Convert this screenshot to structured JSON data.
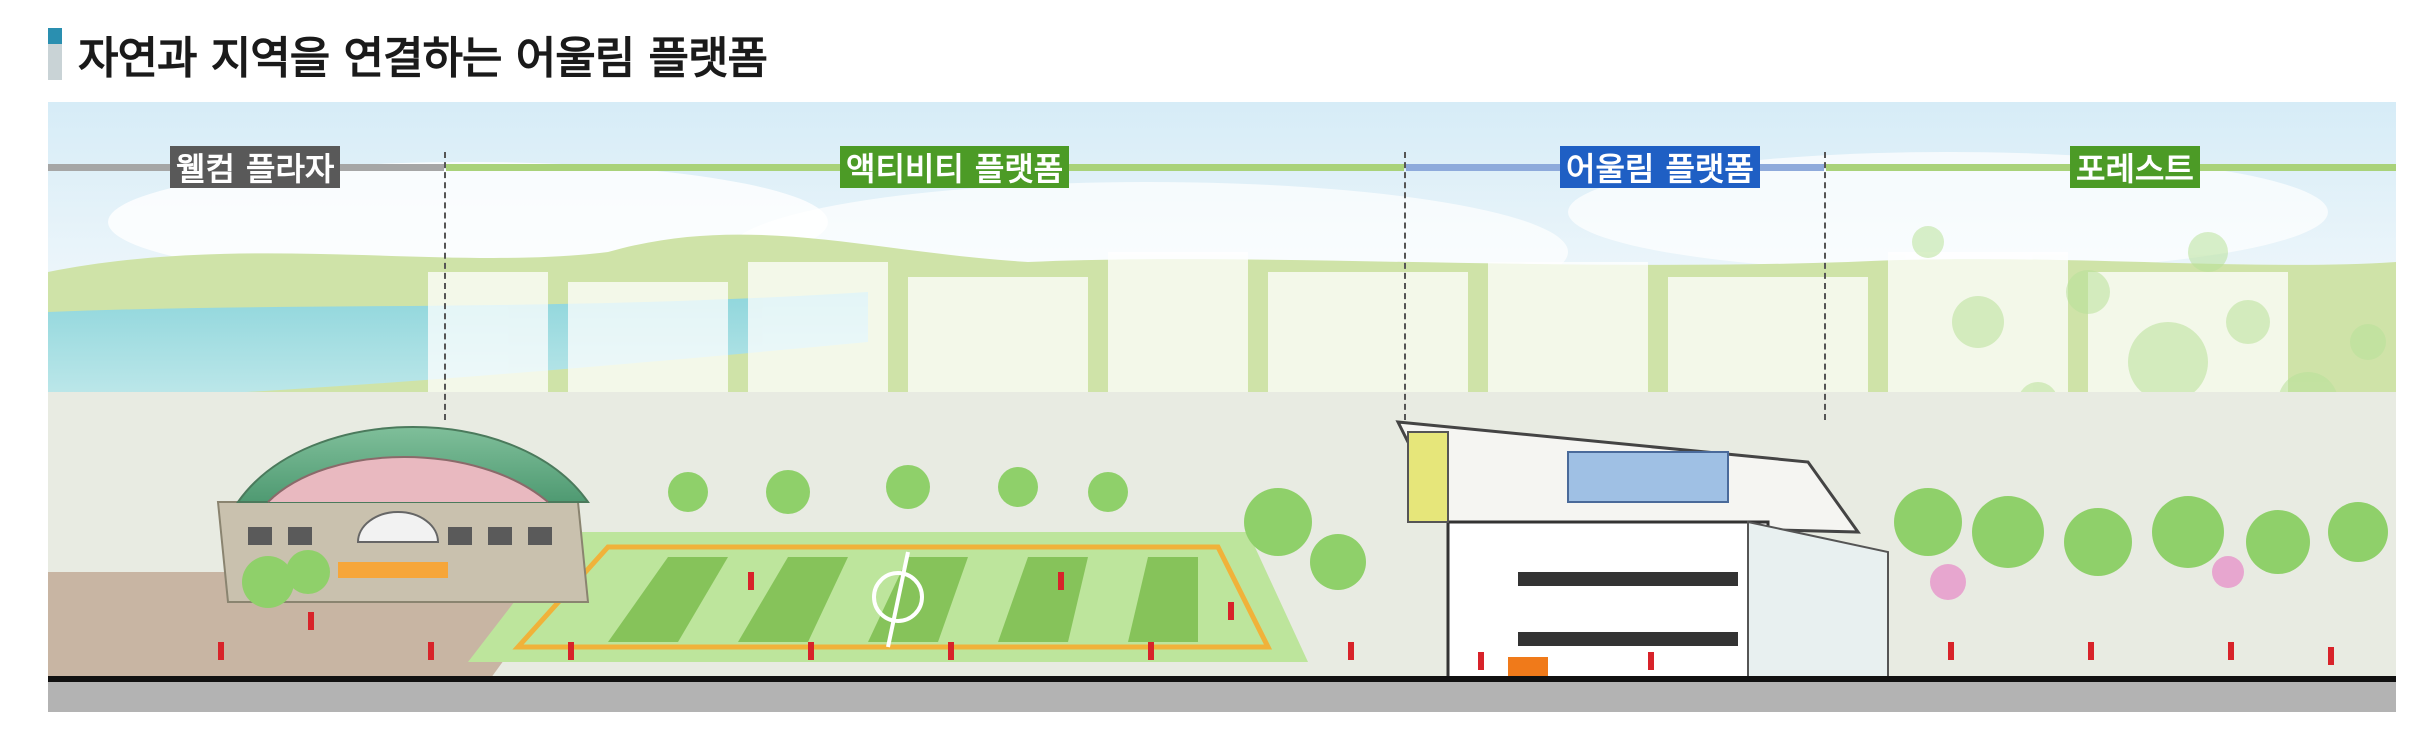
{
  "title": "자연과 지역을 연결하는 어울림 플랫폼",
  "zones": [
    {
      "label": "웰컴 플라자",
      "line_color": "#a6a6a6",
      "label_bg": "#595959"
    },
    {
      "label": "액티비티 플랫폼",
      "line_color": "#a9d27a",
      "label_bg": "#4c9b26"
    },
    {
      "label": "어울림 플랫폼",
      "line_color": "#8eaadb",
      "label_bg": "#1f5fc4"
    },
    {
      "label": "포레스트",
      "line_color": "#a9d27a",
      "label_bg": "#4c9b26"
    }
  ]
}
